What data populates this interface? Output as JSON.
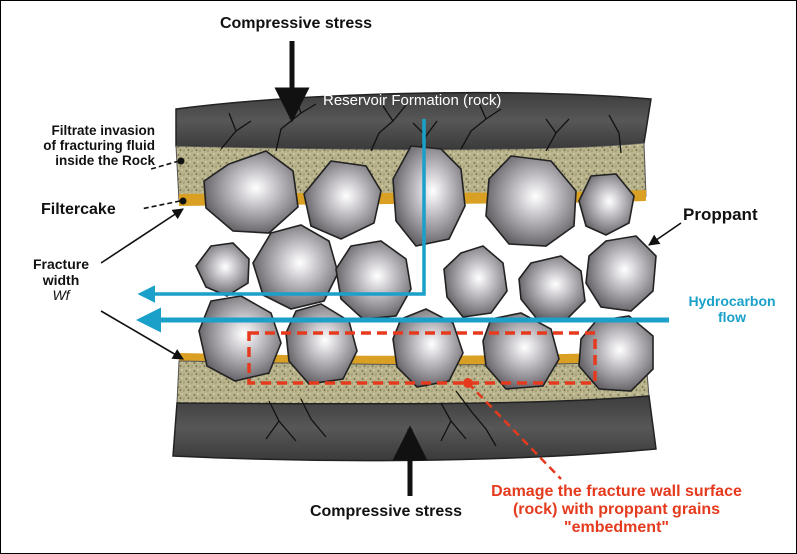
{
  "labels": {
    "compressive_top": "Compressive stress",
    "compressive_bottom": "Compressive stress",
    "reservoir": "Reservoir Formation (rock)",
    "filtrate_line1": "Filtrate invasion",
    "filtrate_line2": "of fracturing fluid",
    "filtrate_line3": "inside the Rock",
    "filtercake": "Filtercake",
    "fracture_line1": "Fracture",
    "fracture_line2": "width",
    "fracture_symbol": "Wf",
    "proppant": "Proppant",
    "hydrocarbon_line1": "Hydrocarbon",
    "hydrocarbon_line2": "flow",
    "damage_line1": "Damage the fracture wall surface",
    "damage_line2": "(rock) with proppant grains",
    "damage_line3": "\"embedment\""
  },
  "colors": {
    "rock": "#4a4a4a",
    "filtrate_zone": "#b9b48a",
    "filtercake": "#d9a024",
    "proppant": "#8e8b8f",
    "flow_arrow": "#1aa0c9",
    "damage": "#e53a1e"
  }
}
